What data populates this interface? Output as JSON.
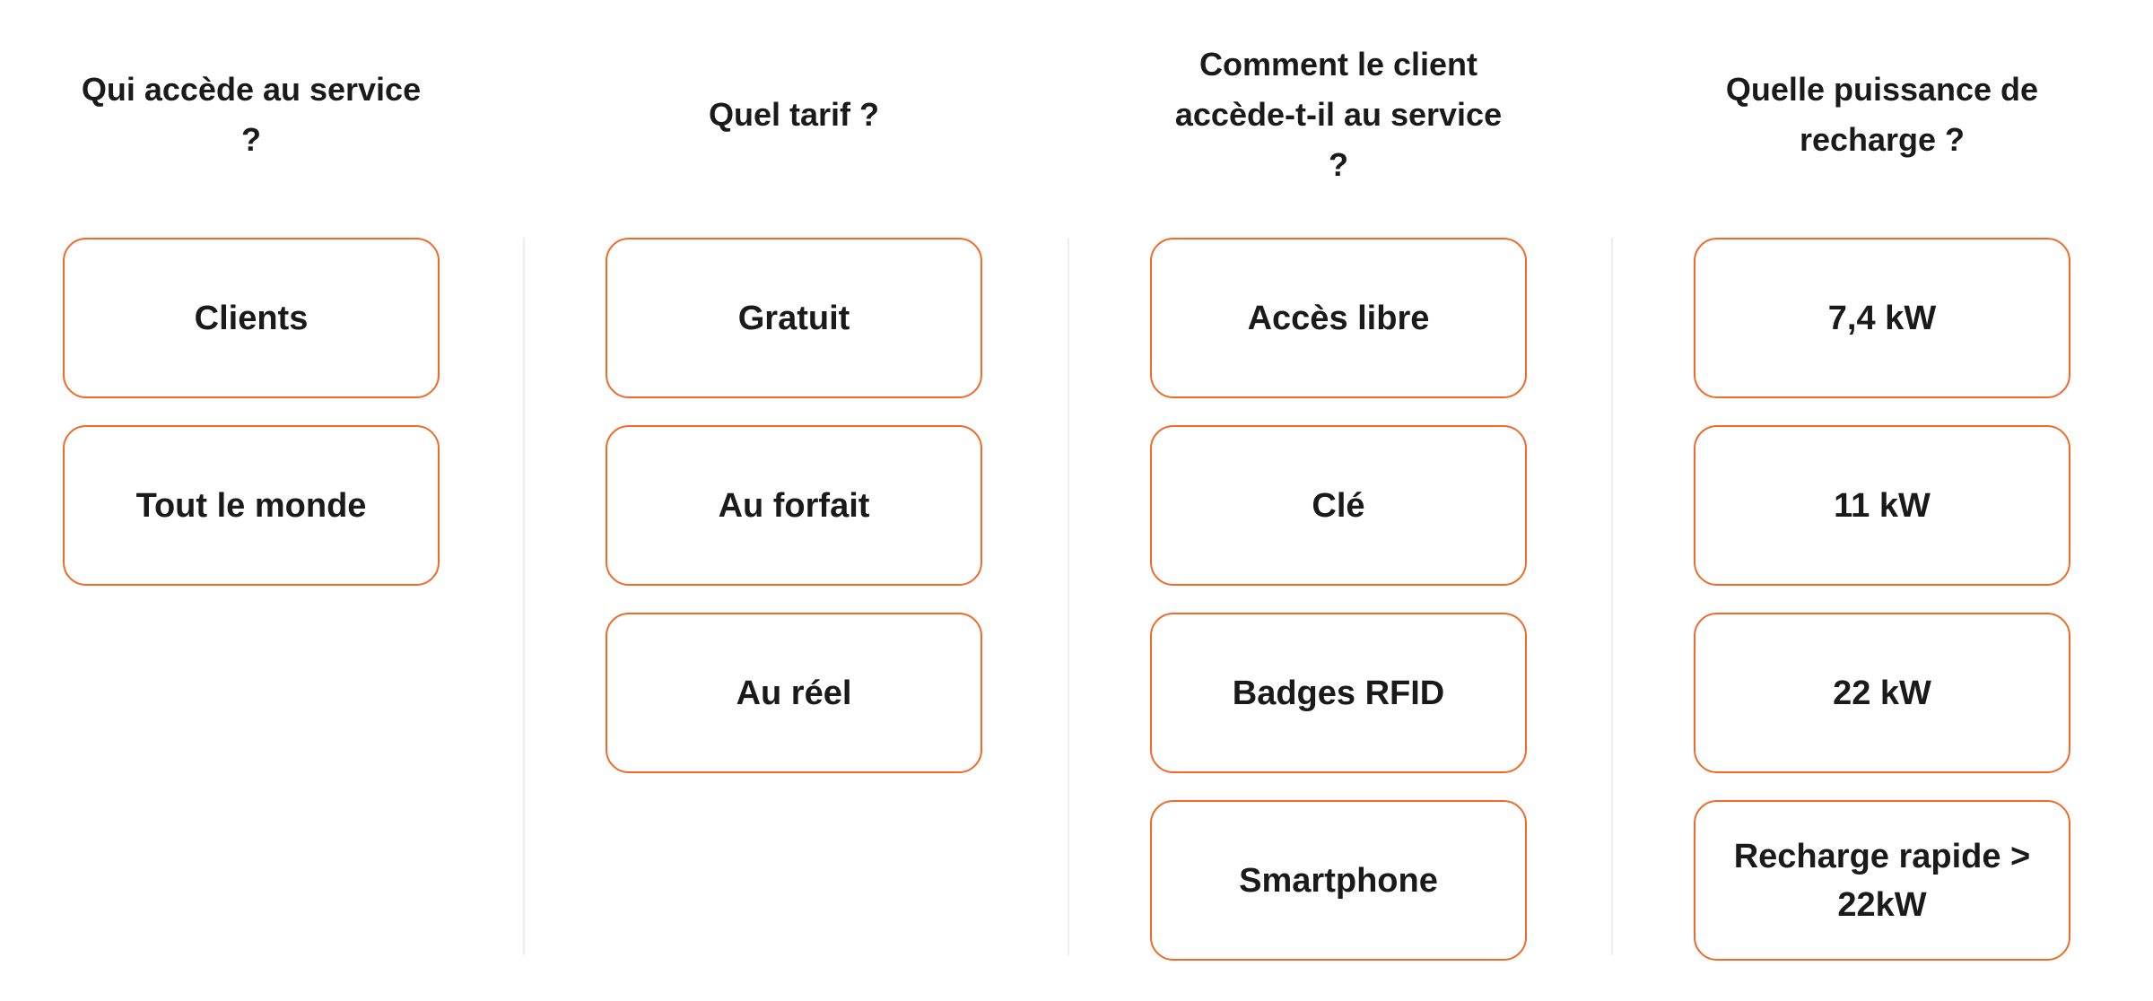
{
  "columns": [
    {
      "title": "Qui accède au service ?",
      "options": [
        "Clients",
        "Tout le monde"
      ]
    },
    {
      "title": "Quel tarif ?",
      "options": [
        "Gratuit",
        "Au forfait",
        "Au réel"
      ]
    },
    {
      "title": "Comment le client accède-t-il au service ?",
      "options": [
        "Accès libre",
        "Clé",
        "Badges RFID",
        "Smartphone"
      ]
    },
    {
      "title": "Quelle puissance de recharge ?",
      "options": [
        "7,4 kW",
        "11 kW",
        "22 kW",
        "Recharge rapide > 22kW"
      ]
    }
  ],
  "colors": {
    "accent": "#f06a2a",
    "text": "#1a1a1a",
    "divider": "#eeeeee",
    "background": "#ffffff"
  }
}
